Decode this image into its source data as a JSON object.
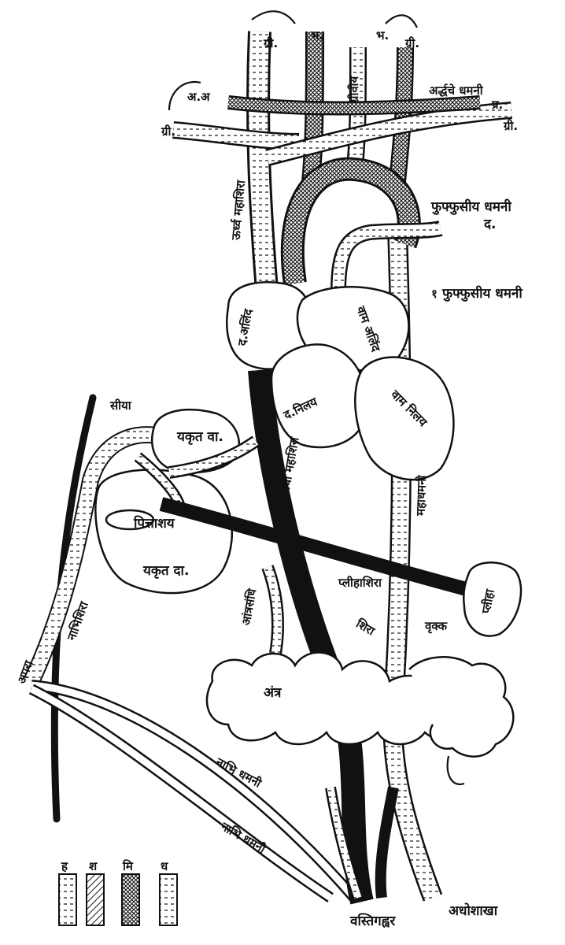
{
  "labels": {
    "aortic_arch_top_left": "ग्री.",
    "top_1": "ग्री.",
    "top_2": "भ.",
    "top_3": "भ.",
    "top_4": "ग्री.",
    "carotid": "ग्रीवीय",
    "subclavian_left": "अ.अ",
    "right_1": "अर्द्धचे धमनी",
    "right_2": "प्र.",
    "right_3": "ग्री.",
    "pulmonary_artery": "फुफ्फुसीय धमनी",
    "pulmonary_artery_sub": "द.",
    "pulmonary_vein": "फुफ्फुसीय धमनी",
    "pulmonary_vein_num": "१",
    "svc": "ऊर्ध्व महाशिरा",
    "right_atrium": "द.अलिंद",
    "left_atrium": "वाम अलिंद",
    "right_ventricle": "द.निलय",
    "left_ventricle": "वाम निलय",
    "ivc": "अधो महाशिरा",
    "aorta": "महाधमनी",
    "liver_right_lobe": "यकृत वा.",
    "liver_left_lobe": "यकृत दा.",
    "gall_bladder": "पित्ताशय",
    "hepatic_vein": "सीया",
    "spleen": "प्लीहा",
    "renal": "वृक्क",
    "splenic_vein": "प्लीहाशिरा",
    "mesenteric": "आंत्रसंधि",
    "intestine": "अंत्र",
    "portal_vein": "शिरा",
    "umbilical_vein": "नाभिशिरा",
    "placenta": "अपरा",
    "umbilical_arteries_1": "नाभि धमनी",
    "umbilical_arteries_2": "नाभि धमनी",
    "hypogastric": "वस्तिगह्वर",
    "lower_limb": "अधोशाखा",
    "key_1": "ह",
    "key_2": "श",
    "key_3": "मि",
    "key_4": "ध"
  }
}
